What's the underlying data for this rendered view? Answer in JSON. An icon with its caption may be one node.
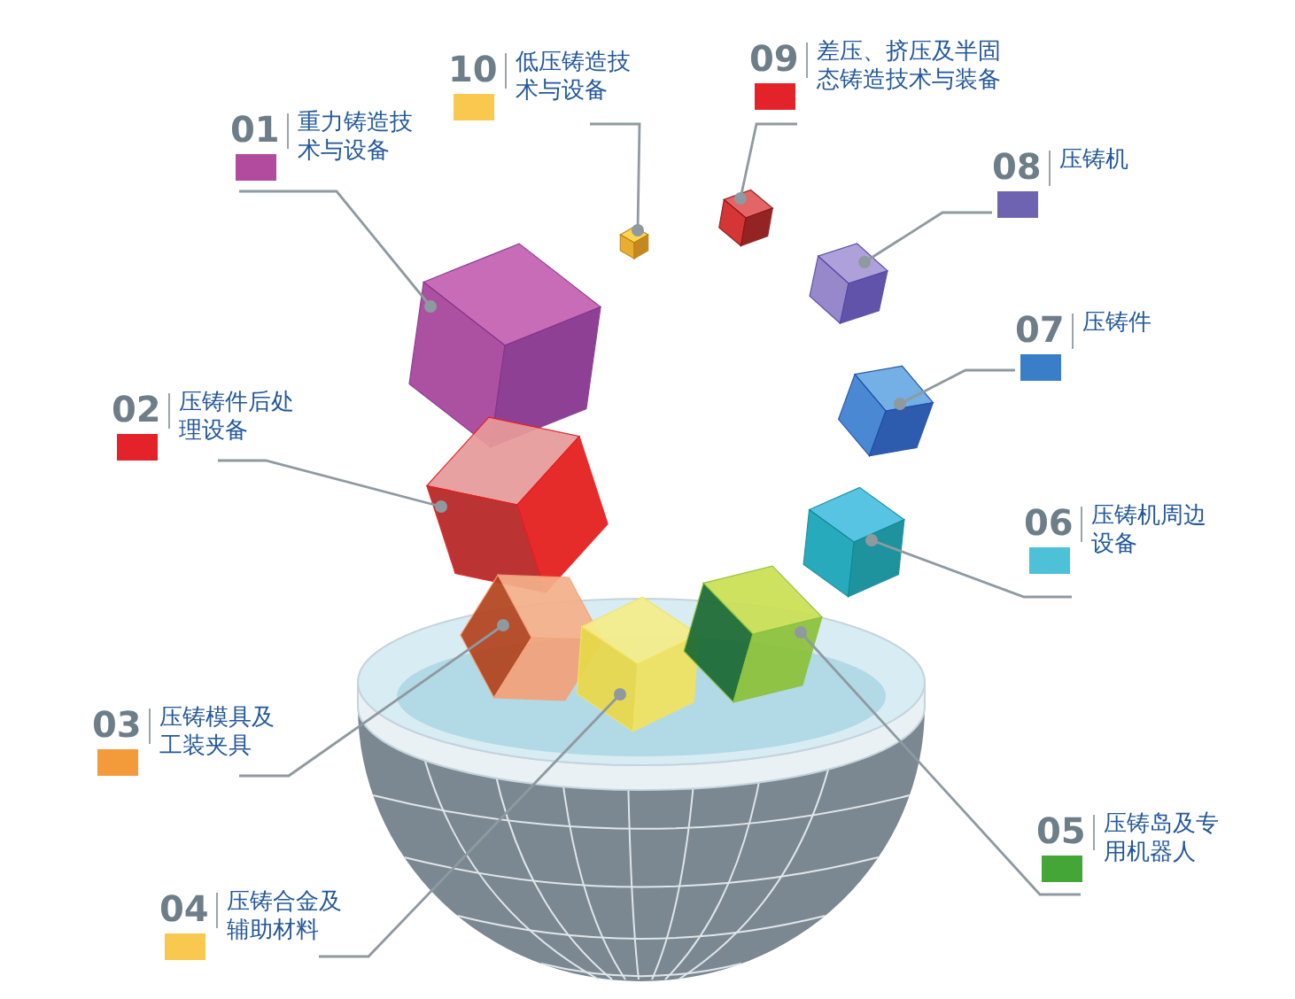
{
  "diagram": {
    "nodes": [
      {
        "text": [
          "01",
          "重力铸造技术与设备"
        ]
      },
      {
        "text": [
          "02",
          "压铸件后处理设备"
        ]
      },
      {
        "text": [
          "03",
          "压铸模具及工装夹具"
        ]
      },
      {
        "text": [
          "04",
          "压铸合金及辅助材料"
        ]
      },
      {
        "text": [
          "05",
          "压铸岛及专用机器人"
        ]
      },
      {
        "text": [
          "06",
          "压铸机周边设备"
        ]
      },
      {
        "text": [
          "07",
          "压铸件"
        ]
      },
      {
        "text": [
          "08",
          "压铸机"
        ]
      },
      {
        "text": [
          "09",
          "差压、挤压及半固态铸造技术与装备"
        ]
      },
      {
        "text": [
          "10",
          "低压铸造技术与设备"
        ]
      },
      {
        "text": [],
        "shape": "cube"
      },
      {
        "text": [],
        "shape": "cube"
      },
      {
        "text": [],
        "shape": "cube"
      },
      {
        "text": [],
        "shape": "cube"
      },
      {
        "text": [],
        "shape": "cube"
      },
      {
        "text": [],
        "shape": "cube"
      },
      {
        "text": [],
        "shape": "cube"
      },
      {
        "text": [],
        "shape": "cube"
      },
      {
        "text": [],
        "shape": "cube"
      },
      {
        "text": [],
        "shape": "cube"
      }
    ],
    "edges": [
      {
        "from": 0,
        "to": 10,
        "arrow": "other"
      },
      {
        "from": 1,
        "to": 11,
        "arrow": "other"
      },
      {
        "from": 2,
        "to": 12,
        "arrow": "other"
      },
      {
        "from": 3,
        "to": 13,
        "arrow": "other"
      },
      {
        "from": 4,
        "to": 14,
        "arrow": "other"
      },
      {
        "from": 5,
        "to": 15,
        "arrow": "other"
      },
      {
        "from": 6,
        "to": 16,
        "arrow": "other"
      },
      {
        "from": 7,
        "to": 17,
        "arrow": "other"
      },
      {
        "from": 8,
        "to": 18,
        "arrow": "other"
      },
      {
        "from": 9,
        "to": 19,
        "arrow": "other"
      }
    ]
  }
}
